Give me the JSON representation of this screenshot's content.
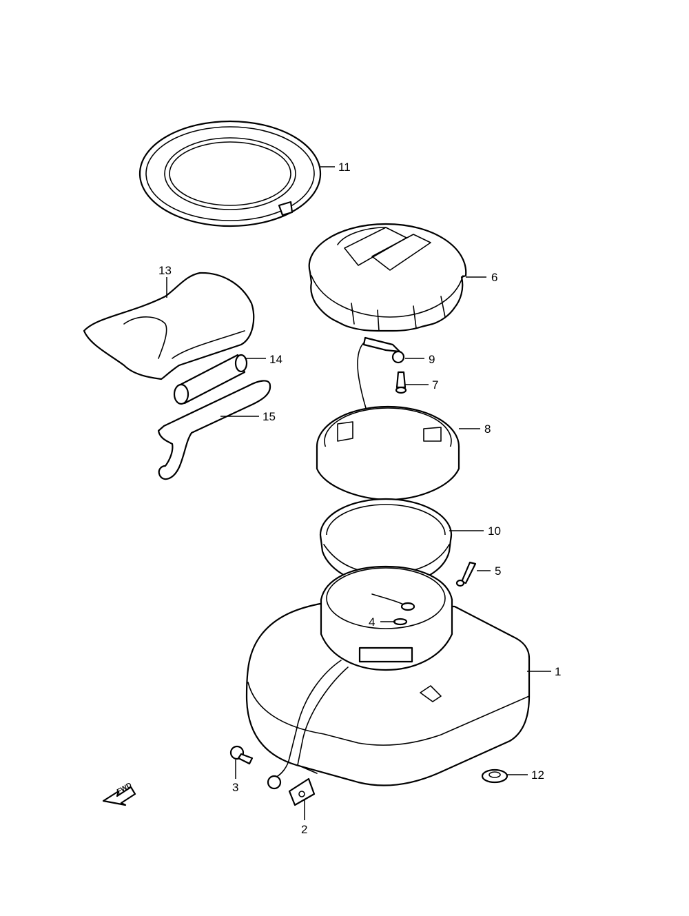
{
  "callouts": {
    "p1": "1",
    "p2": "2",
    "p3": "3",
    "p4": "4",
    "p5": "5",
    "p6": "6",
    "p7": "7",
    "p8": "8",
    "p9": "9",
    "p10": "10",
    "p11": "11",
    "p12": "12",
    "p13": "13",
    "p14": "14",
    "p15": "15"
  },
  "fwd_label": "FWD"
}
